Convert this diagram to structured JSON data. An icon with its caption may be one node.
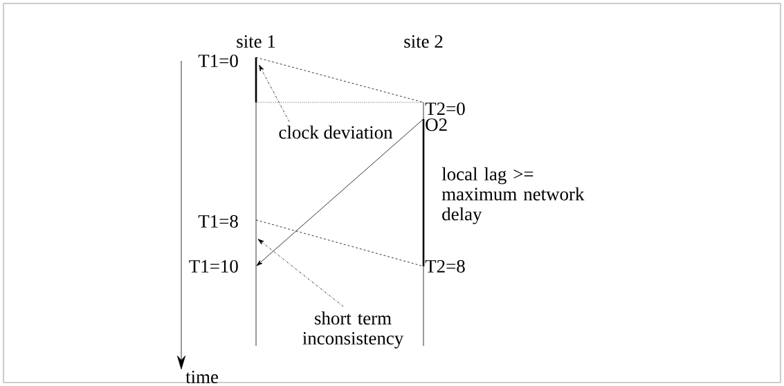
{
  "diagram": {
    "nodes": [
      {
        "text": [
          "T1=0"
        ]
      },
      {
        "text": [
          "T2=0"
        ]
      },
      {
        "text": [
          "O2"
        ]
      },
      {
        "text": [
          "clock deviation"
        ]
      },
      {
        "text": [
          "T1=8"
        ]
      },
      {
        "text": [
          "T1=10"
        ]
      },
      {
        "text": [
          "T2=8"
        ]
      },
      {
        "text": [
          "short term inconsistency"
        ]
      }
    ],
    "edges": [
      {
        "from": 0,
        "to": 1,
        "arrow": "none",
        "style": "dashed"
      },
      {
        "from": null,
        "to": 1,
        "arrow": "none",
        "style": "dashed"
      },
      {
        "from": 2,
        "to": 5,
        "arrow": "to"
      },
      {
        "from": 3,
        "to": null,
        "arrow": "to",
        "style": "dashed"
      },
      {
        "from": 4,
        "to": 6,
        "arrow": "none",
        "style": "dashed"
      },
      {
        "from": 7,
        "to": null,
        "arrow": "to",
        "style": "dashed"
      }
    ],
    "labels": [
      "site 1",
      "site 2",
      "local lag >= maximum network delay",
      "time"
    ]
  }
}
